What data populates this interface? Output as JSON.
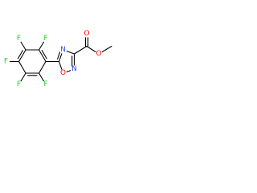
{
  "molecule": {
    "atoms": [
      {
        "id": "F1",
        "text": "F",
        "color": "#33cc33"
      },
      {
        "id": "F2",
        "text": "F",
        "color": "#33cc33"
      },
      {
        "id": "F3",
        "text": "F",
        "color": "#33cc33"
      },
      {
        "id": "F4",
        "text": "F",
        "color": "#33cc33"
      },
      {
        "id": "F5",
        "text": "F",
        "color": "#33cc33"
      },
      {
        "id": "N4",
        "text": "N",
        "color": "#3050f8"
      },
      {
        "id": "N2",
        "text": "N",
        "color": "#3050f8"
      },
      {
        "id": "O1",
        "text": "O",
        "color": "#ff0d0d"
      },
      {
        "id": "Ocarbonyl",
        "text": "O",
        "color": "#ff0d0d"
      },
      {
        "id": "Oester",
        "text": "O",
        "color": "#ff0d0d"
      }
    ]
  }
}
